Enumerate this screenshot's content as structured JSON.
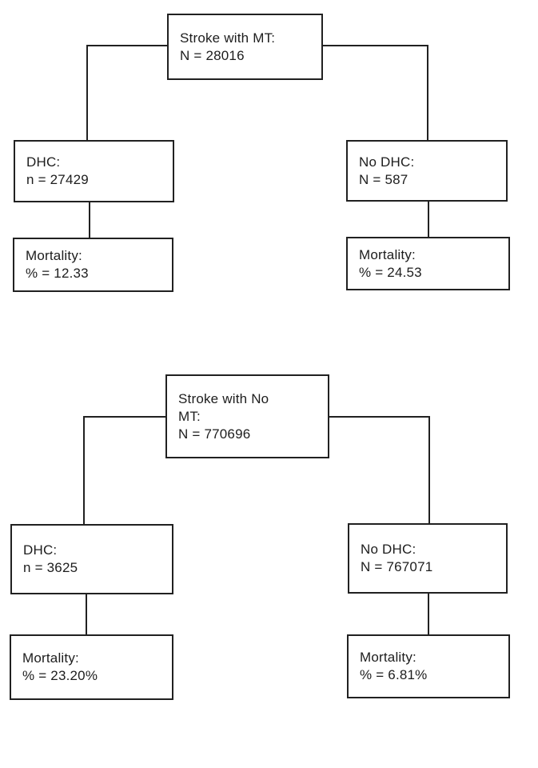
{
  "colors": {
    "background": "#ffffff",
    "box_border": "#212121",
    "text": "#1d1d1d"
  },
  "diagram_top": {
    "root": {
      "line1": "Stroke with MT:",
      "line2": "N = 28016"
    },
    "left_branch": {
      "line1": "DHC:",
      "line2": "n = 27429"
    },
    "right_branch": {
      "line1": "No DHC:",
      "line2": "N = 587"
    },
    "left_outcome": {
      "line1": "Mortality:",
      "line2": "% = 12.33"
    },
    "right_outcome": {
      "line1": "Mortality:",
      "line2": "% = 24.53"
    }
  },
  "diagram_bottom": {
    "root": {
      "line1": "Stroke with No",
      "line2": "MT:",
      "line3": "N = 770696"
    },
    "left_branch": {
      "line1": "DHC:",
      "line2": "n = 3625"
    },
    "right_branch": {
      "line1": "No DHC:",
      "line2": "N = 767071"
    },
    "left_outcome": {
      "line1": "Mortality:",
      "line2": "% = 23.20%"
    },
    "right_outcome": {
      "line1": "Mortality:",
      "line2": "% = 6.81%"
    }
  }
}
